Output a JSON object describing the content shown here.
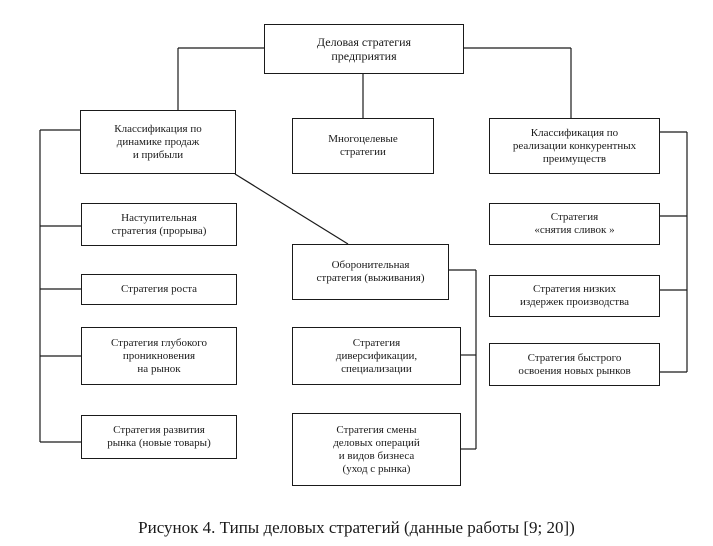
{
  "root": "Деловая стратегия\nпредприятия",
  "left": {
    "head": "Классификация по\nдинамике продаж\nи прибыли",
    "items": [
      "Наступительная\nстратегия (прорыва)",
      "Стратегия роста",
      "Стратегия глубокого\nпроникновения\nна рынок",
      "Стратегия развития\nрынка (новые товары)"
    ]
  },
  "center": {
    "head": "Многоцелевые\nстратегии",
    "defensive": "Оборонительная\nстратегия (выживания)",
    "items": [
      "Стратегия\nдиверсификации,\nспециализации",
      "Стратегия смены\nделовых операций\nи видов бизнеса\n(уход с рынка)"
    ]
  },
  "right": {
    "head": "Классификация по\nреализации конкурентных\nпреимуществ",
    "items": [
      "Стратегия\n«снятия сливок »",
      "Стратегия низких\nиздержек производства",
      "Стратегия быстрого\nосвоения новых рынков"
    ]
  },
  "caption": "Рисунок 4. Типы деловых стратегий (данные работы [9; 20])"
}
